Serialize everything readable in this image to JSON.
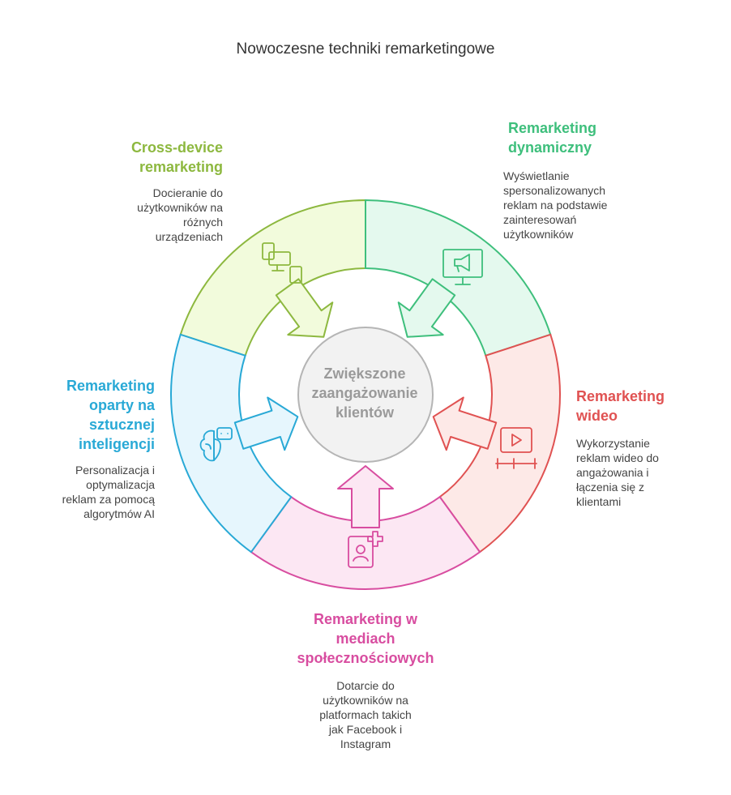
{
  "title": "Nowoczesne techniki remarketingowe",
  "center": {
    "lines": [
      "Zwiększone",
      "zaangażowanie",
      "klientów"
    ]
  },
  "segments": [
    {
      "id": "cross-device",
      "heading": [
        "Cross-device",
        "remarketing"
      ],
      "description": [
        "Docieranie do",
        "użytkowników na",
        "różnych",
        "urządzeniach"
      ],
      "color": "#8db83f",
      "fill": "#f2fbdc",
      "icon": "devices-icon"
    },
    {
      "id": "dynamic",
      "heading": [
        "Remarketing",
        "dynamiczny"
      ],
      "description": [
        "Wyświetlanie",
        "spersonalizowanych",
        "reklam na podstawie",
        "zainteresowań",
        "użytkowników"
      ],
      "color": "#3ebf7c",
      "fill": "#e4f9ee",
      "icon": "monitor-megaphone-icon"
    },
    {
      "id": "video",
      "heading": [
        "Remarketing",
        "wideo"
      ],
      "description": [
        "Wykorzystanie",
        "reklam wideo do",
        "angażowania i",
        "łączenia się z",
        "klientami"
      ],
      "color": "#e05252",
      "fill": "#fde9e7",
      "icon": "video-play-icon"
    },
    {
      "id": "social",
      "heading": [
        "Remarketing w",
        "mediach",
        "społecznościowych"
      ],
      "description": [
        "Dotarcie do",
        "użytkowników na",
        "platformach takich",
        "jak Facebook i",
        "Instagram"
      ],
      "color": "#d84da0",
      "fill": "#fce7f3",
      "icon": "profile-plus-icon"
    },
    {
      "id": "ai",
      "heading": [
        "Remarketing",
        "oparty na",
        "sztucznej",
        "inteligencji"
      ],
      "description": [
        "Personalizacja i",
        "optymalizacja",
        "reklam za pomocą",
        "algorytmów AI"
      ],
      "color": "#29a9d6",
      "fill": "#e6f6fd",
      "icon": "brain-robot-icon"
    }
  ]
}
